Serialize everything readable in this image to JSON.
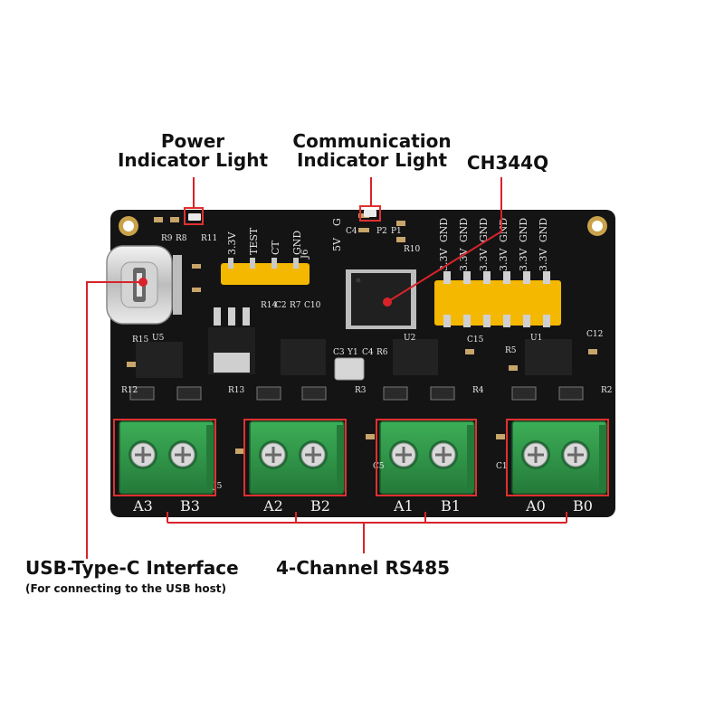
{
  "callouts": {
    "power_line1": "Power",
    "power_line2": "Indicator Light",
    "comm_line1": "Communication",
    "comm_line2": "Indicator Light",
    "chip": "CH344Q",
    "usb": "USB-Type-C Interface",
    "usb_sub": "(For connecting to the USB host)",
    "rs485": "4-Channel RS485"
  },
  "board": {
    "header_left_labels": [
      "3.3V",
      "TEST",
      "CT",
      "GND"
    ],
    "header_left_ref": "J6",
    "jumper_labels": [
      "5V",
      "G"
    ],
    "header_right_top": [
      "GND",
      "GND",
      "GND",
      "GND",
      "GND",
      "GND"
    ],
    "header_right_mid": [
      "3.3V",
      "3.3V",
      "3.3V",
      "3.3V",
      "3.3V",
      "3.3V"
    ],
    "terminals": [
      {
        "a": "A3",
        "b": "B3"
      },
      {
        "a": "A2",
        "b": "B2"
      },
      {
        "a": "A1",
        "b": "B1"
      },
      {
        "a": "A0",
        "b": "B0"
      }
    ],
    "silkscreen": [
      "R14",
      "C2",
      "R7",
      "C10",
      "C3",
      "Y1",
      "C4",
      "R6",
      "U2",
      "C15",
      "R5",
      "U1",
      "C12",
      "R15",
      "U5",
      "R12",
      "R13",
      "R3",
      "R4",
      "R2",
      "C5",
      "C1",
      "C4",
      "P2",
      "P1",
      "R10",
      "R9",
      "R8",
      "R11",
      "J5"
    ]
  },
  "colors": {
    "pcb": "#141414",
    "header": "#f5b800",
    "terminal": "#2f9a4a",
    "callout_line": "#d8232a",
    "board_line": "#e03030"
  }
}
